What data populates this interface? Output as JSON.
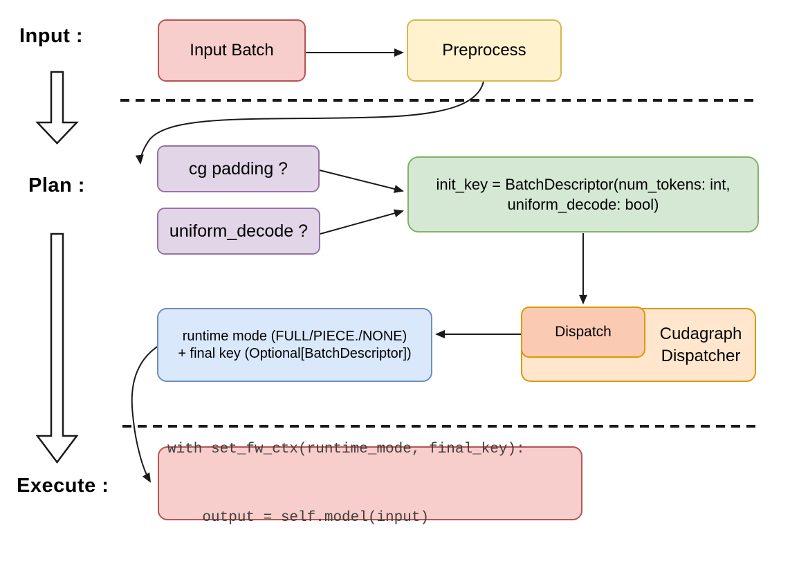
{
  "phase_labels": {
    "input": "Input :",
    "plan": "Plan :",
    "execute": "Execute :"
  },
  "nodes": {
    "input_batch": {
      "label": "Input Batch"
    },
    "preprocess": {
      "label": "Preprocess"
    },
    "cg_padding": {
      "label": "cg padding ?"
    },
    "uniform_decode": {
      "label": "uniform_decode ?"
    },
    "init_key": {
      "line1": "init_key = BatchDescriptor(num_tokens: int,",
      "line2": "uniform_decode: bool)"
    },
    "runtime_mode": {
      "line1": "runtime mode (FULL/PIECE./NONE)",
      "line2": "+ final key (Optional[BatchDescriptor])"
    },
    "dispatch": {
      "label": "Dispatch"
    },
    "cudagraph_dispatcher": {
      "line1": "Cudagraph",
      "line2": "Dispatcher"
    },
    "execute_code": {
      "line1": "with set_fw_ctx(runtime_mode, final_key):",
      "line2": "    output = self.model(input)"
    }
  },
  "colors": {
    "red": {
      "fill": "#F8CECC",
      "stroke": "#B85450"
    },
    "yellow": {
      "fill": "#FFF2CC",
      "stroke": "#D6B656"
    },
    "purple": {
      "fill": "#E1D5E7",
      "stroke": "#9673A6"
    },
    "green": {
      "fill": "#D5E8D4",
      "stroke": "#82B366"
    },
    "blue": {
      "fill": "#DAE8FC",
      "stroke": "#6C8EBF"
    },
    "orange": {
      "fill": "#FFE6CC",
      "stroke": "#D79B00"
    },
    "salmon": {
      "fill": "#FACBB2",
      "stroke": "#D79B00"
    },
    "connector": "#1a1a1a",
    "code_text": "#3F3F3F"
  }
}
